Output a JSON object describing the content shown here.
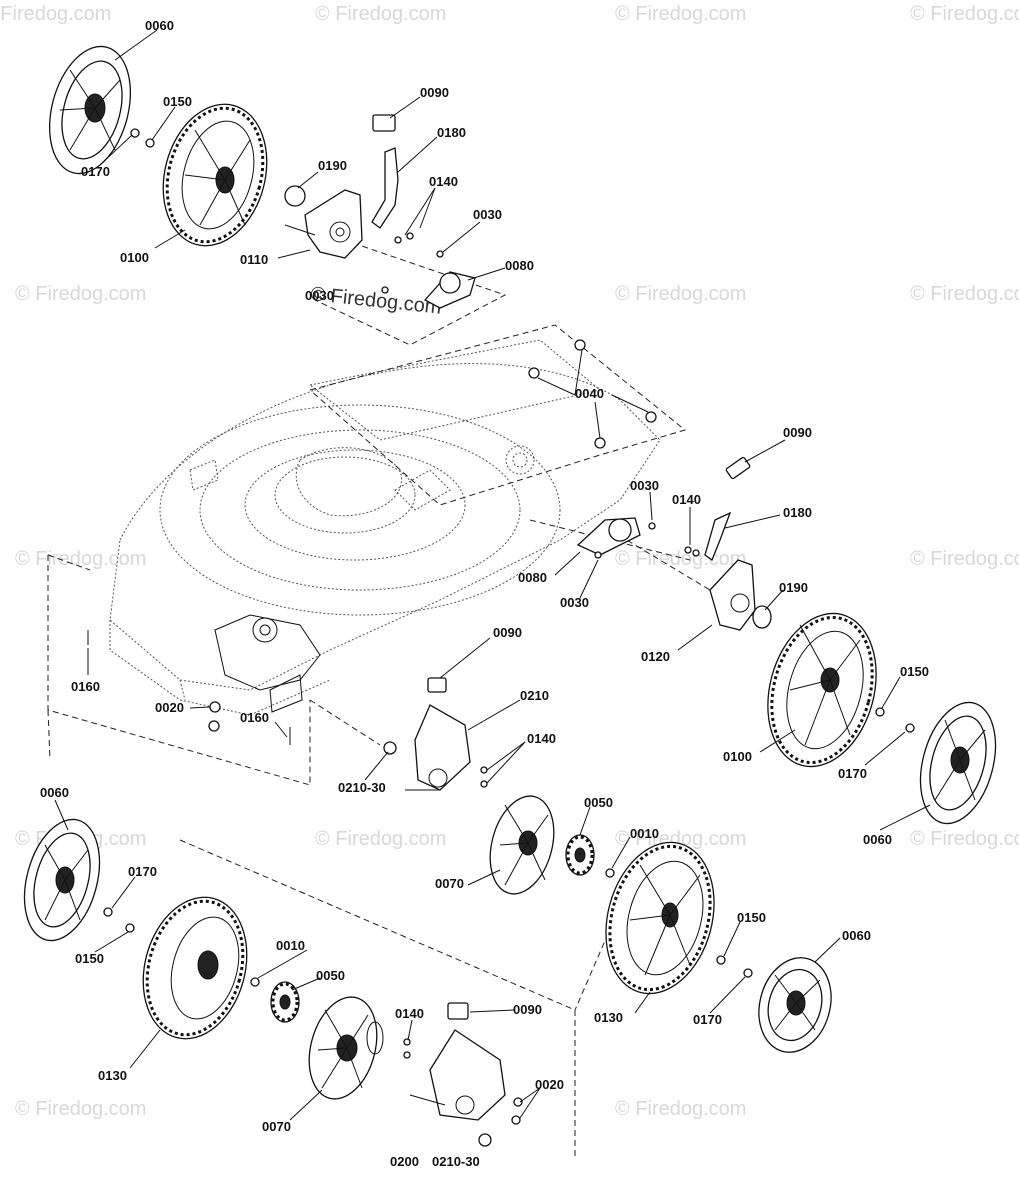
{
  "watermarks": [
    {
      "text": "© Firedog.com"
    },
    {
      "text": "© Firedog.com"
    },
    {
      "text": "© Firedog.com"
    },
    {
      "text": "© Firedog.com"
    },
    {
      "text": "© Firedog.com"
    },
    {
      "text": "© Firedog.com"
    },
    {
      "text": "© Firedog.com"
    },
    {
      "text": "© Firedog.com"
    },
    {
      "text": "© Firedog.com"
    },
    {
      "text": "© Firedog.com"
    },
    {
      "text": "© Firedog.com"
    },
    {
      "text": "© Firedog.com"
    },
    {
      "text": "© Firedog.com"
    },
    {
      "text": "© Firedog.com"
    },
    {
      "text": "© Firedog.com"
    },
    {
      "text": "© Firedog.com"
    }
  ],
  "center_watermark": "© Firedog.com",
  "labels": [
    "0060",
    "0150",
    "0170",
    "0100",
    "0190",
    "0110",
    "0030",
    "0090",
    "0180",
    "0140",
    "0030",
    "0080",
    "0040",
    "0090",
    "0030",
    "0140",
    "0180",
    "0080",
    "0030",
    "0190",
    "0120",
    "0100",
    "0150",
    "0170",
    "0060",
    "0160",
    "0020",
    "0160",
    "0090",
    "0210",
    "0140",
    "0210-30",
    "0060",
    "0170",
    "0150",
    "0130",
    "0070",
    "0050",
    "0010",
    "0130",
    "0150",
    "0060",
    "0170",
    "0010",
    "0050",
    "0070",
    "0140",
    "0090",
    "0020",
    "0200",
    "0210-30"
  ]
}
